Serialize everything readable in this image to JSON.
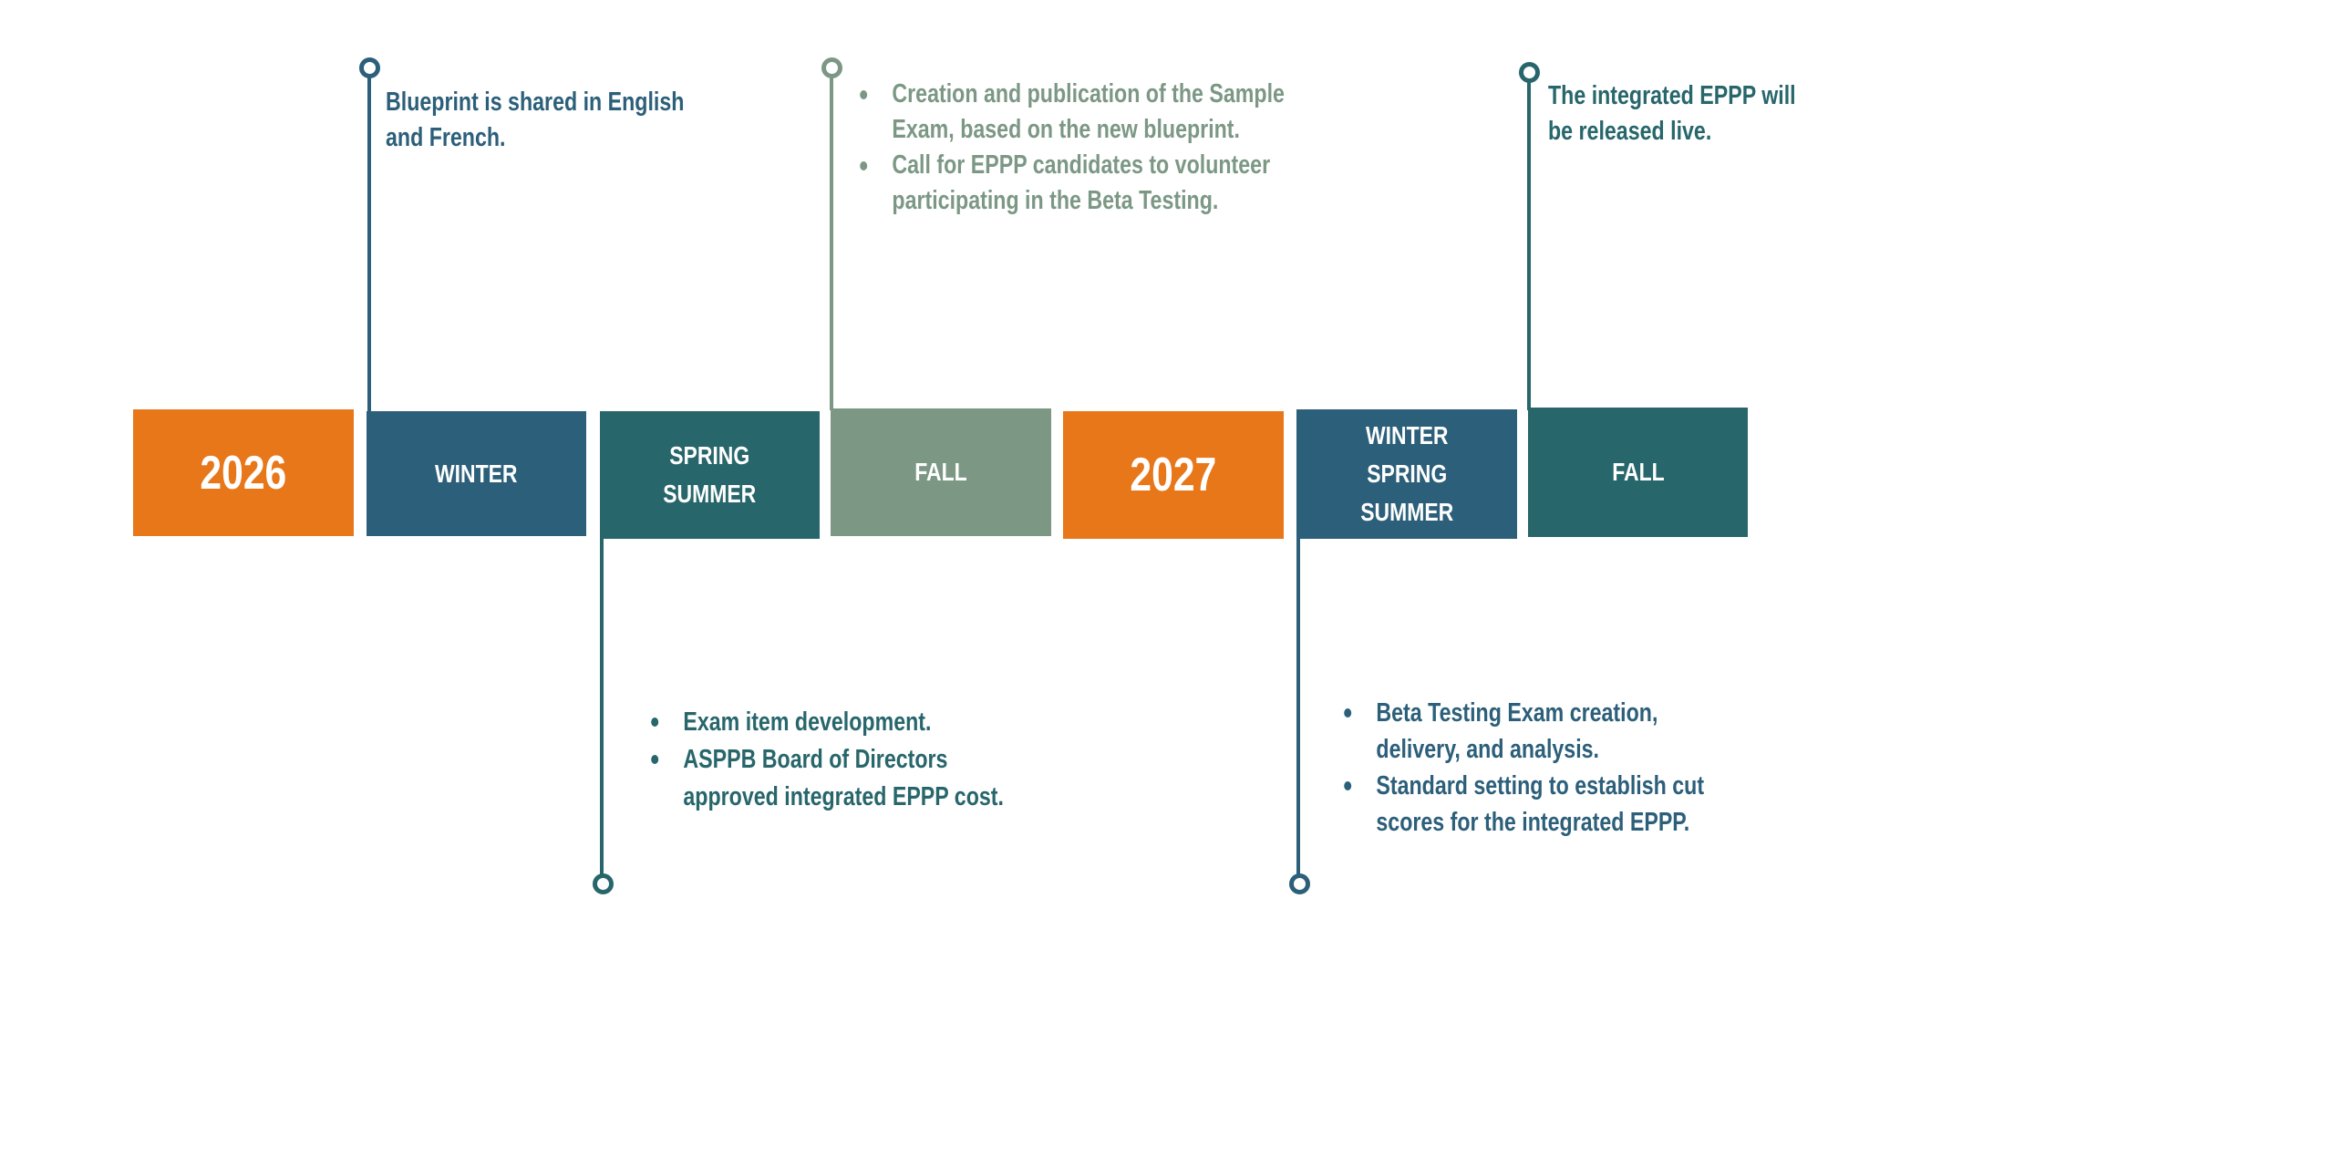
{
  "colors": {
    "orange": "#E8771A",
    "navy": "#2C5F7A",
    "teal": "#27666B",
    "sage": "#7C9885"
  },
  "timeline": [
    {
      "label": "2026",
      "kind": "year"
    },
    {
      "label": "WINTER",
      "kind": "season"
    },
    {
      "label_lines": [
        "SPRING",
        "SUMMER"
      ],
      "kind": "season"
    },
    {
      "label": "FALL",
      "kind": "season"
    },
    {
      "label": "2027",
      "kind": "year"
    },
    {
      "label_lines": [
        "WINTER",
        "SPRING",
        "SUMMER"
      ],
      "kind": "season"
    },
    {
      "label": "FALL",
      "kind": "season"
    }
  ],
  "notes": {
    "winter_2026": {
      "lines": [
        "Blueprint is shared in English",
        "and French."
      ]
    },
    "fall_2026": {
      "bullets": [
        {
          "lines": [
            "Creation and publication of the Sample",
            "Exam, based on the new blueprint."
          ]
        },
        {
          "lines": [
            "Call for EPPP candidates to volunteer",
            "participating in the Beta Testing."
          ]
        }
      ]
    },
    "spring_summer_2026": {
      "bullets": [
        {
          "lines": [
            "Exam item development."
          ]
        },
        {
          "lines": [
            "ASPPB Board of Directors",
            "approved integrated EPPP cost."
          ]
        }
      ]
    },
    "winter_spring_summer_2027": {
      "bullets": [
        {
          "lines": [
            "Beta Testing Exam creation,",
            "delivery, and analysis."
          ]
        },
        {
          "lines": [
            "Standard setting to establish cut",
            "scores for the integrated EPPP."
          ]
        }
      ]
    },
    "fall_2027": {
      "lines": [
        "The integrated EPPP will",
        "be released live."
      ]
    }
  }
}
